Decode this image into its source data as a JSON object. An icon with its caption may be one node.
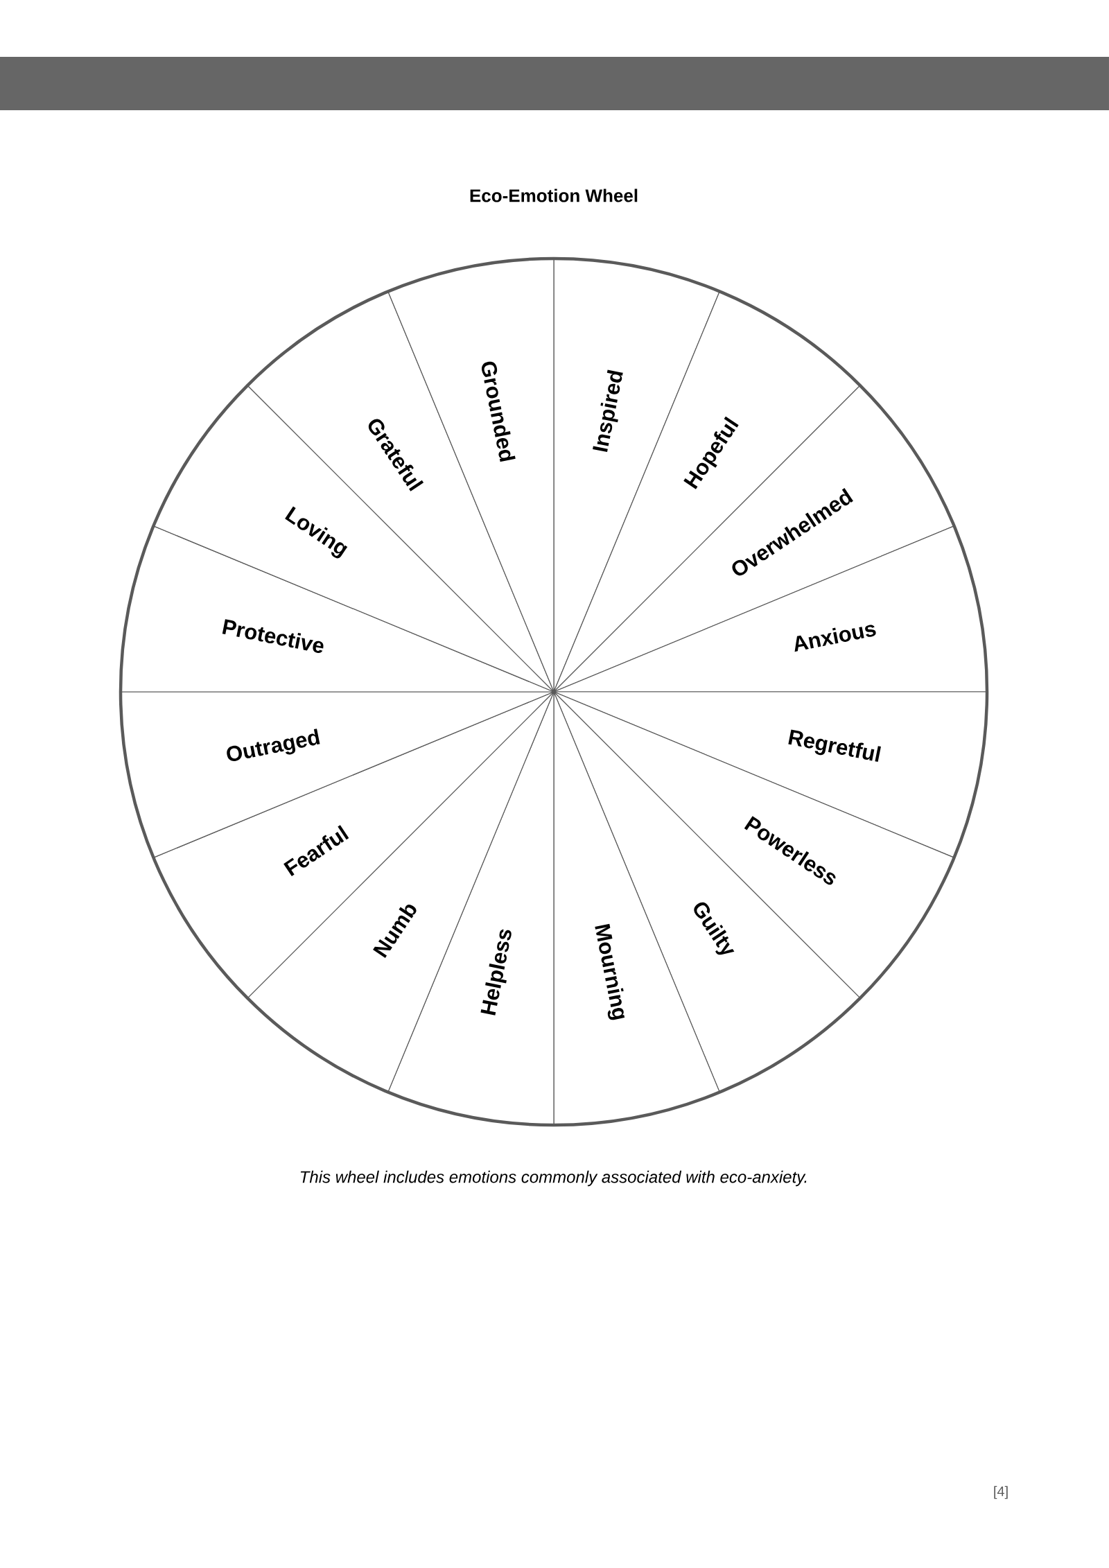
{
  "diagram": {
    "title": "Eco-Emotion Wheel",
    "caption": "This wheel includes emotions commonly associated with eco-anxiety.",
    "nodes": [
      {
        "text": [
          "Inspired"
        ]
      },
      {
        "text": [
          "Hopeful"
        ]
      },
      {
        "text": [
          "Overwhelmed"
        ]
      },
      {
        "text": [
          "Anxious"
        ]
      },
      {
        "text": [
          "Regretful"
        ]
      },
      {
        "text": [
          "Powerless"
        ]
      },
      {
        "text": [
          "Guilty"
        ]
      },
      {
        "text": [
          "Mourning"
        ]
      },
      {
        "text": [
          "Helpless"
        ]
      },
      {
        "text": [
          "Numb"
        ]
      },
      {
        "text": [
          "Fearful"
        ]
      },
      {
        "text": [
          "Outraged"
        ]
      },
      {
        "text": [
          "Protective"
        ]
      },
      {
        "text": [
          "Loving"
        ]
      },
      {
        "text": [
          "Grateful"
        ]
      },
      {
        "text": [
          "Grounded"
        ]
      }
    ],
    "labels": [
      "[4]"
    ]
  }
}
